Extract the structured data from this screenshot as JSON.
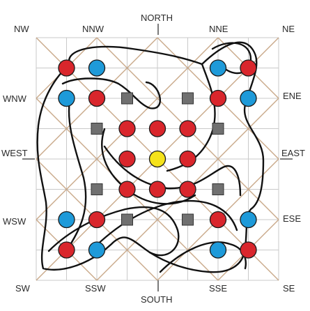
{
  "directions": {
    "nw": "NW",
    "nnw": "NNW",
    "north": "NORTH",
    "nne": "NNE",
    "ne": "NE",
    "wnw": "WNW",
    "ene": "ENE",
    "west": "WEST",
    "east": "EAST",
    "wsw": "WSW",
    "ese": "ESE",
    "sw": "SW",
    "ssw": "SSW",
    "south": "SOUTH",
    "sse": "SSE",
    "se": "SE"
  },
  "colors": {
    "red": "#d9262c",
    "blue": "#1e9ad9",
    "yellow": "#f5e21a",
    "square": "#707070",
    "grid": "#c9c9c9",
    "diagonal": "#c9a98a",
    "curve": "#111111"
  },
  "grid": {
    "columns": 9,
    "rows": 9
  },
  "pieces": [
    {
      "type": "red",
      "col": 1,
      "row": 1
    },
    {
      "type": "blue",
      "col": 2,
      "row": 1
    },
    {
      "type": "blue",
      "col": 6,
      "row": 1
    },
    {
      "type": "red",
      "col": 7,
      "row": 1
    },
    {
      "type": "blue",
      "col": 1,
      "row": 2
    },
    {
      "type": "red",
      "col": 2,
      "row": 2
    },
    {
      "type": "square",
      "col": 3,
      "row": 2
    },
    {
      "type": "square",
      "col": 5,
      "row": 2
    },
    {
      "type": "red",
      "col": 6,
      "row": 2
    },
    {
      "type": "blue",
      "col": 7,
      "row": 2
    },
    {
      "type": "square",
      "col": 2,
      "row": 3
    },
    {
      "type": "red",
      "col": 3,
      "row": 3
    },
    {
      "type": "red",
      "col": 4,
      "row": 3
    },
    {
      "type": "red",
      "col": 5,
      "row": 3
    },
    {
      "type": "square",
      "col": 6,
      "row": 3
    },
    {
      "type": "red",
      "col": 3,
      "row": 4
    },
    {
      "type": "yellow",
      "col": 4,
      "row": 4
    },
    {
      "type": "red",
      "col": 5,
      "row": 4
    },
    {
      "type": "square",
      "col": 2,
      "row": 5
    },
    {
      "type": "red",
      "col": 3,
      "row": 5
    },
    {
      "type": "red",
      "col": 4,
      "row": 5
    },
    {
      "type": "red",
      "col": 5,
      "row": 5
    },
    {
      "type": "square",
      "col": 6,
      "row": 5
    },
    {
      "type": "blue",
      "col": 1,
      "row": 6
    },
    {
      "type": "red",
      "col": 2,
      "row": 6
    },
    {
      "type": "square",
      "col": 3,
      "row": 6
    },
    {
      "type": "square",
      "col": 5,
      "row": 6
    },
    {
      "type": "red",
      "col": 6,
      "row": 6
    },
    {
      "type": "blue",
      "col": 7,
      "row": 6
    },
    {
      "type": "red",
      "col": 1,
      "row": 7
    },
    {
      "type": "blue",
      "col": 2,
      "row": 7
    },
    {
      "type": "blue",
      "col": 6,
      "row": 7
    },
    {
      "type": "red",
      "col": 7,
      "row": 7
    }
  ]
}
